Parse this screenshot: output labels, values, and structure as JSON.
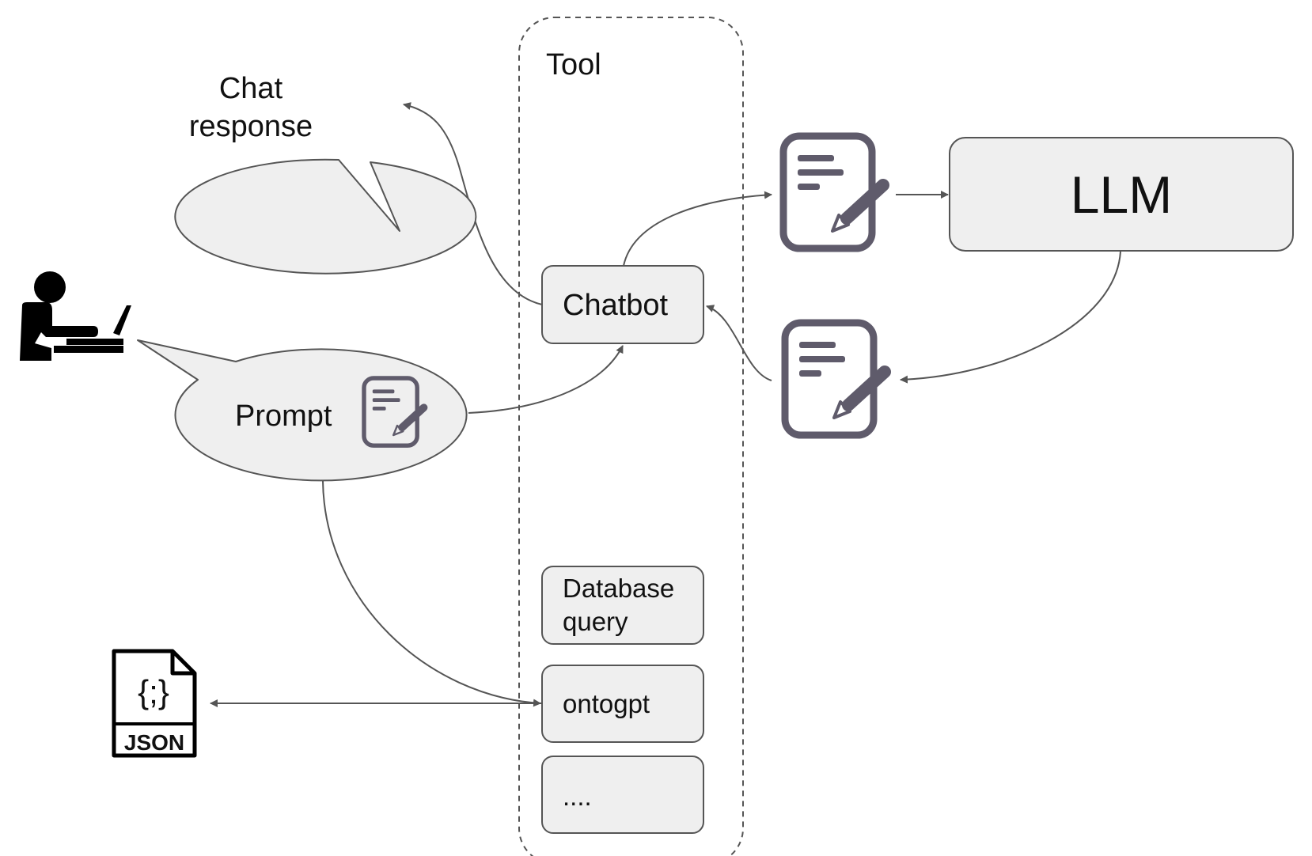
{
  "tool_group": {
    "label": "Tool"
  },
  "bubbles": {
    "chat_response": {
      "line1": "Chat",
      "line2": "response"
    },
    "prompt": {
      "label": "Prompt"
    }
  },
  "tool_boxes": {
    "chatbot": "Chatbot",
    "database_query": {
      "line1": "Database",
      "line2": "query"
    },
    "ontogpt": "ontogpt",
    "more": "...."
  },
  "llm": {
    "label": "LLM"
  },
  "json_file": {
    "label": "JSON",
    "glyph": "{;}"
  },
  "icons": [
    "user-at-laptop-icon",
    "document-edit-icon",
    "json-file-icon"
  ],
  "colors": {
    "fill": "#efefef",
    "stroke": "#555555",
    "doc_icon": "#5f5b6b",
    "text": "#111111"
  }
}
